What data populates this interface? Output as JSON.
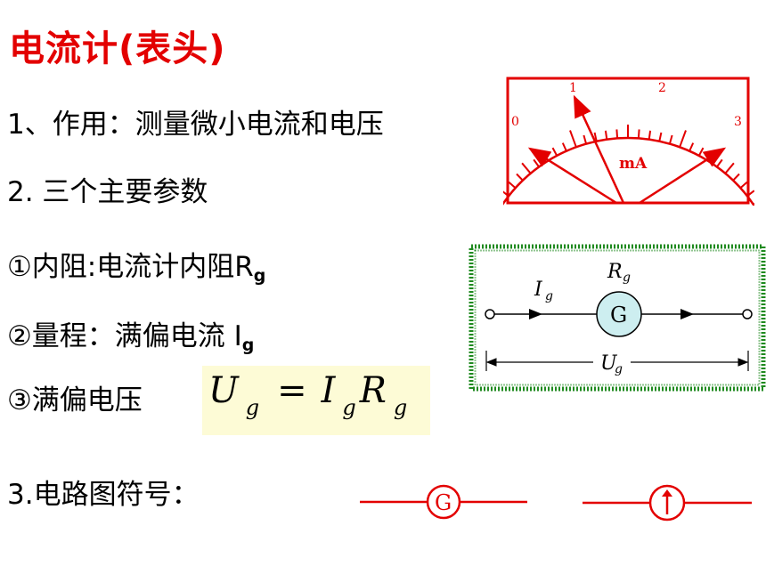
{
  "title": "电流计(表头)",
  "lines": {
    "l1": "1、作用：测量微小电流和电压",
    "l2": "2. 三个主要参数",
    "l3_main": "①内阻:电流计内阻R",
    "l3_sub": "g",
    "l4_main": "②量程：满偏电流 I",
    "l4_sub": "g",
    "l5": "③满偏电压",
    "l6": "3.电路图符号："
  },
  "formula": {
    "u": "U",
    "u_sub": "g",
    "eq": "=",
    "i": "I",
    "i_sub": "g",
    "r": "R",
    "r_sub": "g"
  },
  "meter": {
    "ticks": [
      "0",
      "1",
      "2",
      "3"
    ],
    "unit": "mA",
    "scale_min": 0,
    "scale_max": 3,
    "color": "#e30000"
  },
  "circuit": {
    "current_label": "I",
    "current_sub": "g",
    "resistance_label": "R",
    "resistance_sub": "g",
    "galvanometer_label": "G",
    "voltage_label": "U",
    "voltage_sub": "g",
    "border_color": "#1f8a1f",
    "meter_fill": "#cdeef0"
  },
  "symbols": {
    "g_label": "G",
    "color": "#e30000"
  }
}
